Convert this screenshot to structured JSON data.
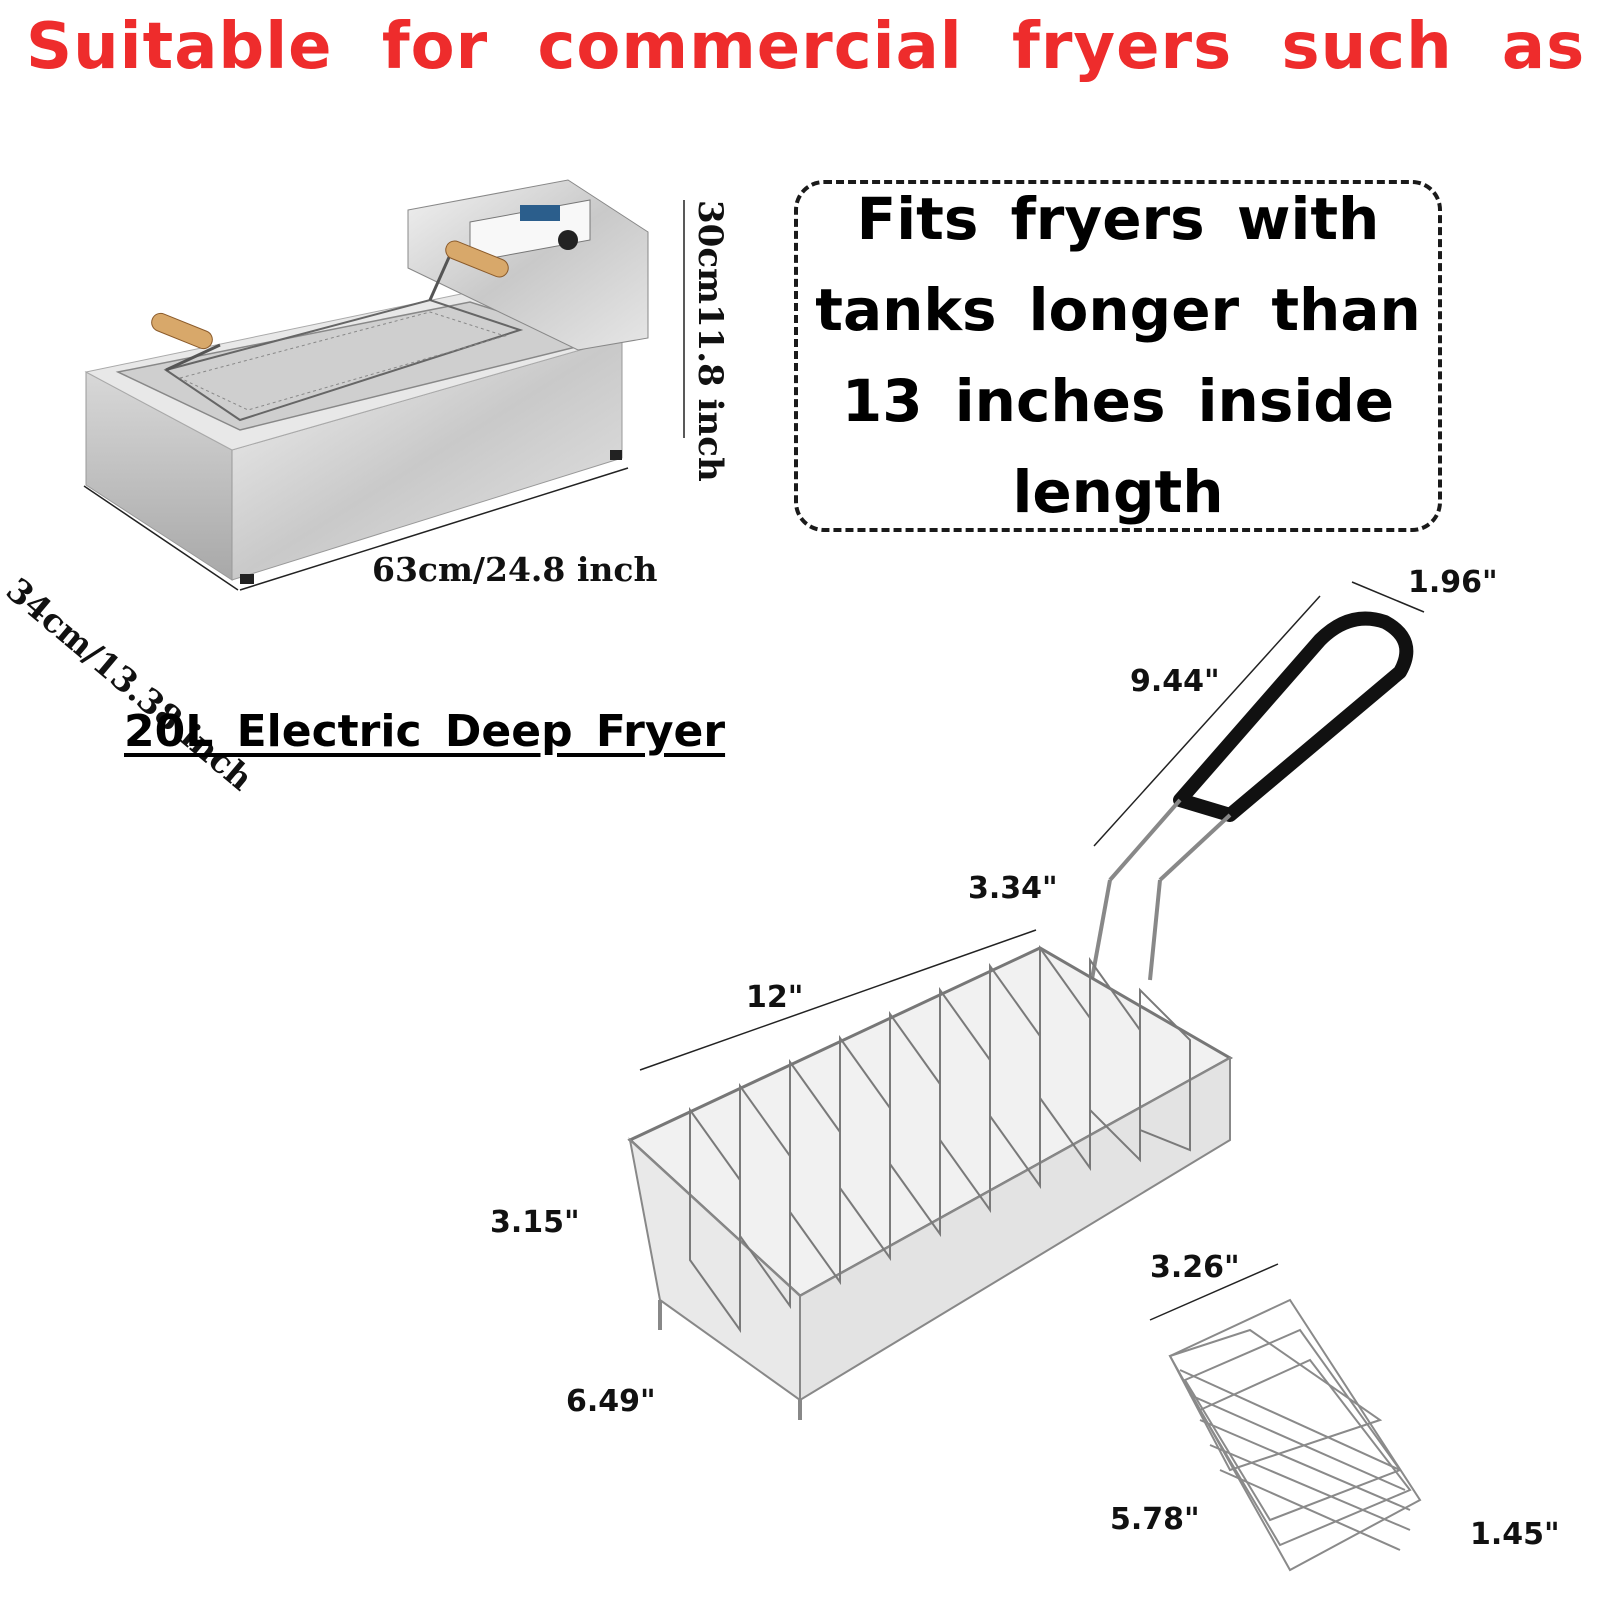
{
  "headline": {
    "text": "Suitable for commercial fryers such as",
    "color": "#ee2c2c"
  },
  "fryer": {
    "caption": "20L Electric Deep Fryer",
    "height_label": "30cm11.8 inch",
    "length_label": "63cm/24.8 inch",
    "depth_label": "34cm/13.38 inch"
  },
  "callout": {
    "lines": [
      "Fits fryers with",
      "tanks longer than",
      "13 inches inside",
      "length"
    ]
  },
  "basket_dimensions": {
    "handle_width": "1.96\"",
    "handle_length": "9.44\"",
    "basket_width": "3.34\"",
    "basket_length": "12\"",
    "basket_height": "3.15\"",
    "basket_bottom": "6.49\""
  },
  "insert_dimensions": {
    "top": "3.26\"",
    "length": "5.78\"",
    "depth": "1.45\""
  },
  "icons": [
    "fryer-illustration",
    "taco-basket-illustration",
    "taco-insert-illustration"
  ]
}
